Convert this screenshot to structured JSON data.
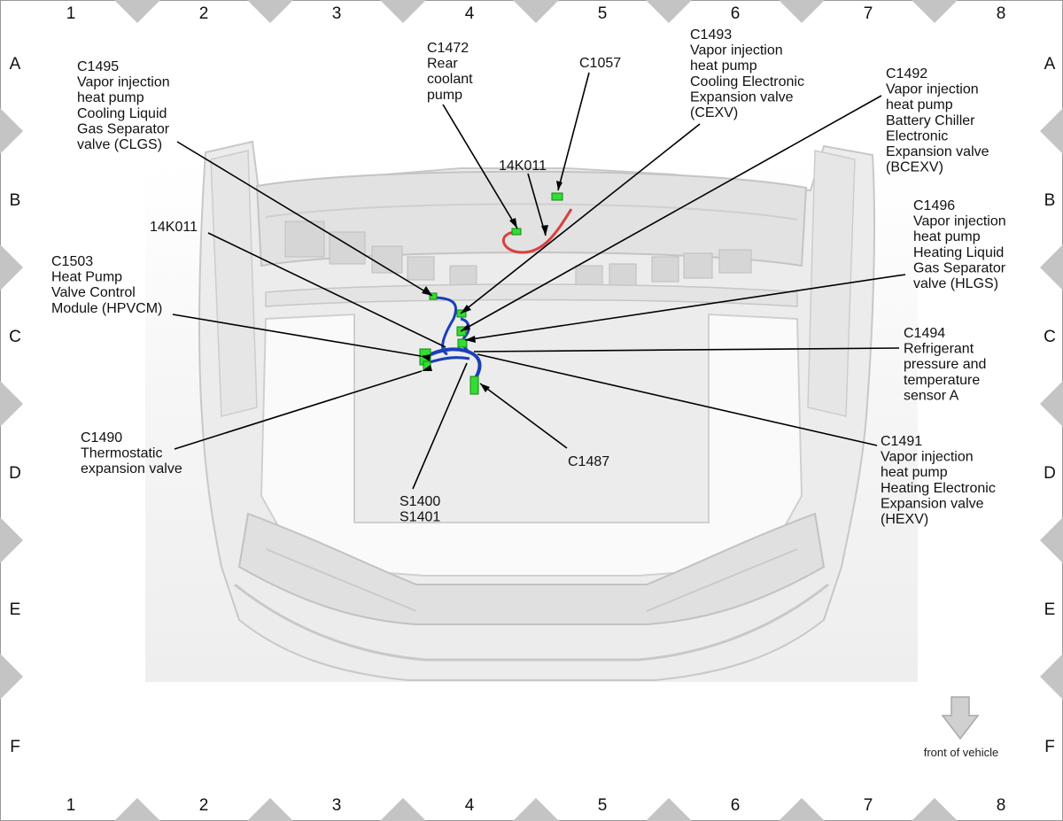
{
  "grid": {
    "columns": [
      "1",
      "2",
      "3",
      "4",
      "5",
      "6",
      "7",
      "8"
    ],
    "rows": [
      "A",
      "B",
      "C",
      "D",
      "E",
      "F"
    ]
  },
  "callouts": [
    {
      "id": "c1495",
      "lines": [
        "C1495",
        "Vapor injection",
        "heat pump",
        "Cooling Liquid",
        "Gas Separator",
        "valve (CLGS)"
      ]
    },
    {
      "id": "c1472",
      "lines": [
        "C1472",
        "Rear",
        "coolant",
        "pump"
      ]
    },
    {
      "id": "c1057",
      "lines": [
        "C1057"
      ]
    },
    {
      "id": "c1493",
      "lines": [
        "C1493",
        "Vapor injection",
        "heat pump",
        "Cooling Electronic",
        "Expansion valve",
        "(CEXV)"
      ]
    },
    {
      "id": "c1492",
      "lines": [
        "C1492",
        "Vapor injection",
        "heat pump",
        "Battery Chiller",
        "Electronic",
        "Expansion valve",
        "(BCEXV)"
      ]
    },
    {
      "id": "k14k011top",
      "lines": [
        "14K011"
      ]
    },
    {
      "id": "k14k011left",
      "lines": [
        "14K011"
      ]
    },
    {
      "id": "c1496",
      "lines": [
        "C1496",
        "Vapor injection",
        "heat pump",
        "Heating Liquid",
        "Gas Separator",
        "valve (HLGS)"
      ]
    },
    {
      "id": "c1503",
      "lines": [
        "C1503",
        "Heat Pump",
        "Valve Control",
        "Module (HPVCM)"
      ]
    },
    {
      "id": "c1494",
      "lines": [
        "C1494",
        "Refrigerant",
        "pressure and",
        "temperature",
        "sensor A"
      ]
    },
    {
      "id": "c1490",
      "lines": [
        "C1490",
        "Thermostatic",
        "expansion valve"
      ]
    },
    {
      "id": "c1487",
      "lines": [
        "C1487"
      ]
    },
    {
      "id": "c1491",
      "lines": [
        "C1491",
        "Vapor injection",
        "heat pump",
        "Heating Electronic",
        "Expansion valve",
        "(HEXV)"
      ]
    },
    {
      "id": "s1400",
      "lines": [
        "S1400",
        "S1401"
      ]
    }
  ],
  "front_of_vehicle": "front of vehicle",
  "colors": {
    "harness": "#1a3fb8",
    "coolant_harness": "#d84040",
    "connector": "#33dd33",
    "body": "#e8e8e8",
    "border_marker": "#c4c4c4"
  }
}
